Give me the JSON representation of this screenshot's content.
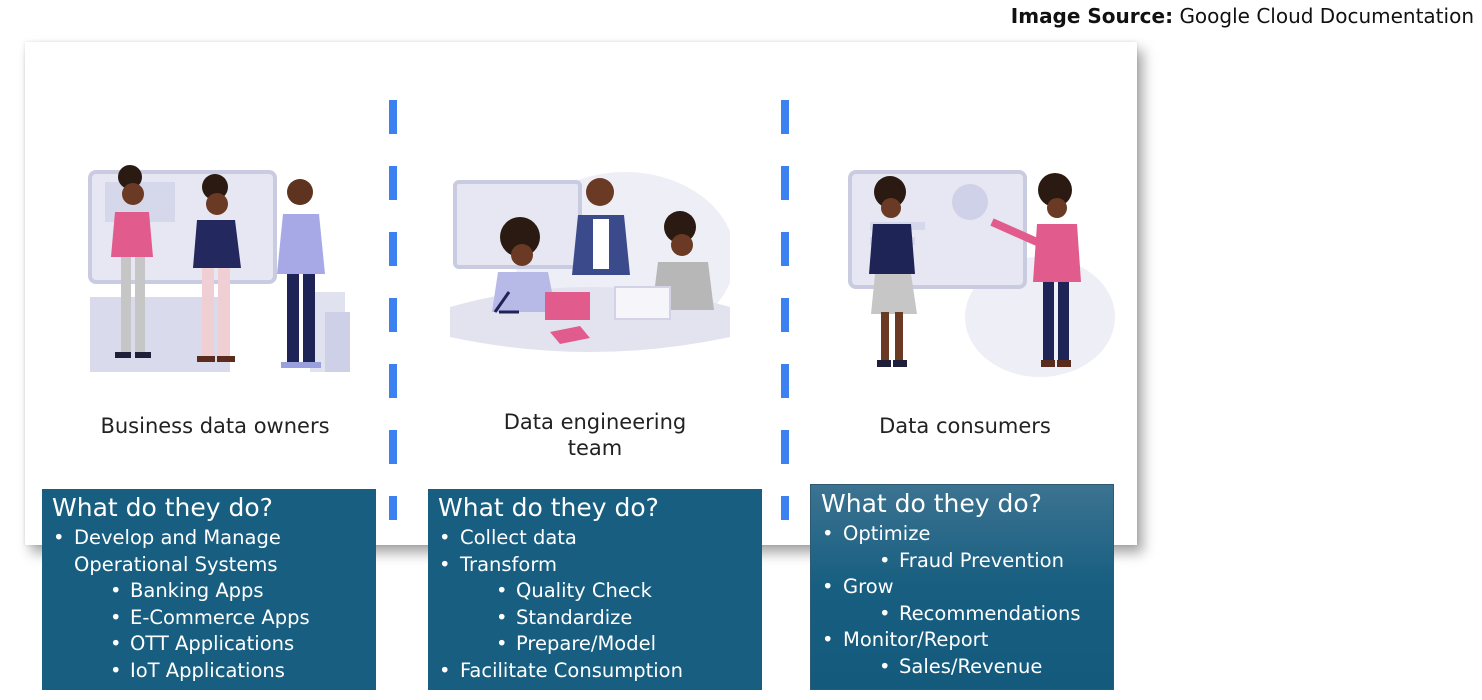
{
  "source": {
    "label": "Image Source:",
    "value": "Google Cloud Documentation"
  },
  "roles": [
    {
      "label": "Business data owners"
    },
    {
      "label_line1": "Data engineering",
      "label_line2": "team"
    },
    {
      "label": "Data consumers"
    }
  ],
  "boxes": [
    {
      "title": "What do they do?",
      "items": [
        {
          "text": "Develop and Manage"
        },
        {
          "text": "Operational Systems"
        },
        {
          "text": "Banking Apps"
        },
        {
          "text": "E-Commerce Apps"
        },
        {
          "text": "OTT Applications"
        },
        {
          "text": "IoT Applications"
        }
      ]
    },
    {
      "title": "What do they do?",
      "items": [
        {
          "text": "Collect data"
        },
        {
          "text": "Transform"
        },
        {
          "text": "Quality Check"
        },
        {
          "text": "Standardize"
        },
        {
          "text": "Prepare/Model"
        },
        {
          "text": "Facilitate Consumption"
        }
      ]
    },
    {
      "title": "What do they do?",
      "items": [
        {
          "text": "Optimize"
        },
        {
          "text": "Fraud Prevention"
        },
        {
          "text": "Grow"
        },
        {
          "text": "Recommendations"
        },
        {
          "text": "Monitor/Report"
        },
        {
          "text": "Sales/Revenue"
        }
      ]
    }
  ],
  "colors": {
    "box": "#175e80",
    "divider": "#3b82f0"
  }
}
